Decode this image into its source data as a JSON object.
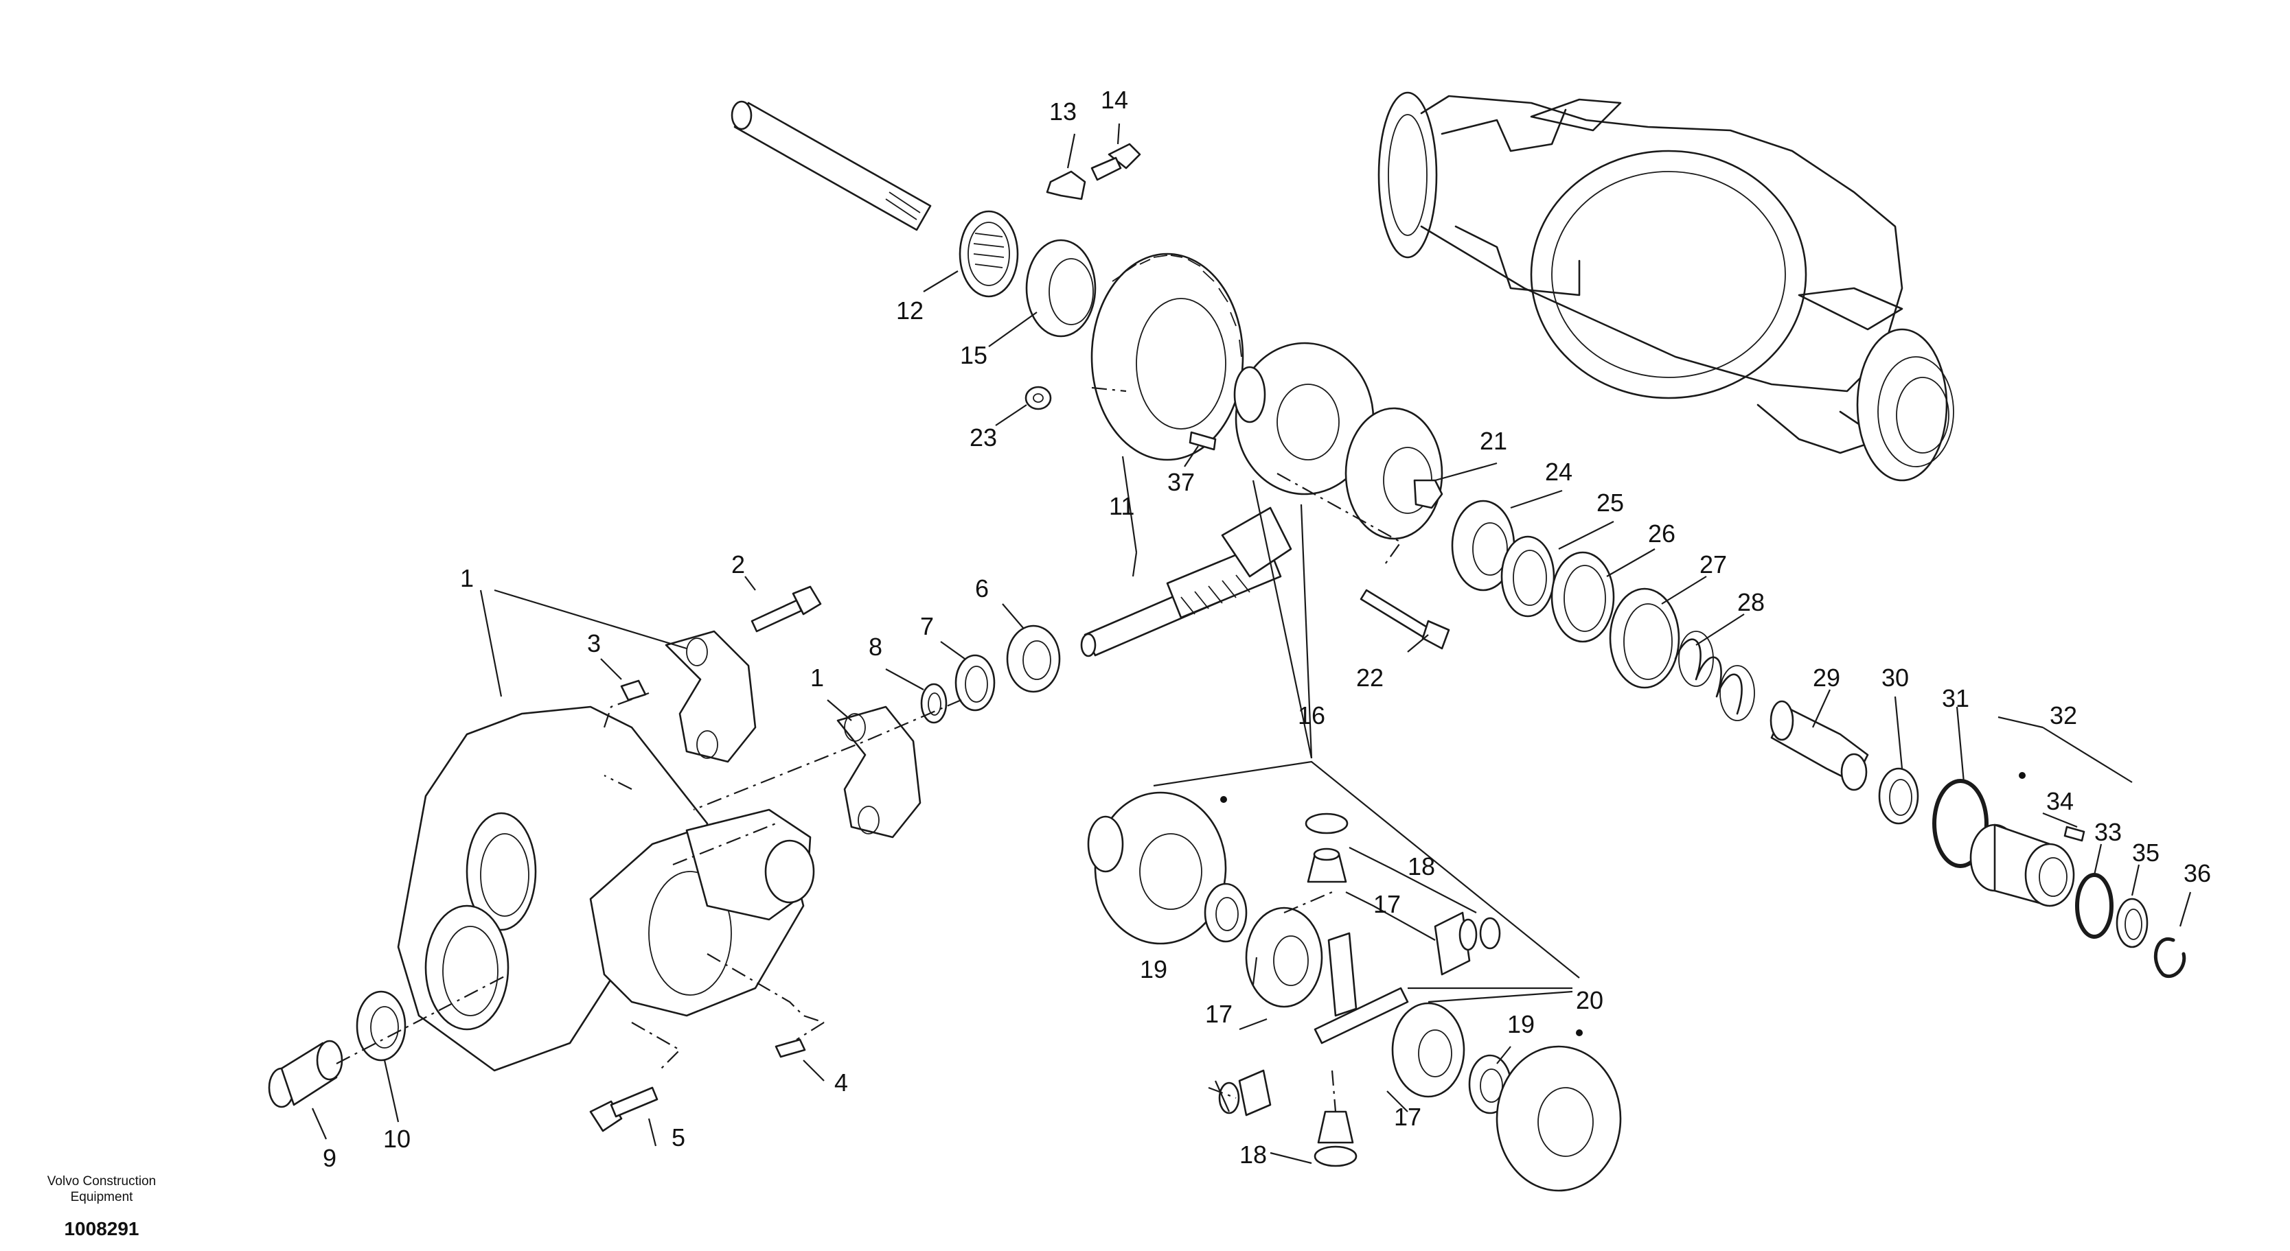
{
  "callouts": {
    "c1a": "1",
    "c1b": "1",
    "c2": "2",
    "c3": "3",
    "c4": "4",
    "c5": "5",
    "c6": "6",
    "c7": "7",
    "c8": "8",
    "c9": "9",
    "c10": "10",
    "c11": "11",
    "c12": "12",
    "c13": "13",
    "c14": "14",
    "c15": "15",
    "c16": "16",
    "c17a": "17",
    "c17b": "17",
    "c17c": "17",
    "c18a": "18",
    "c18b": "18",
    "c19a": "19",
    "c19b": "19",
    "c20": "20",
    "c21": "21",
    "c22": "22",
    "c23": "23",
    "c24": "24",
    "c25": "25",
    "c26": "26",
    "c27": "27",
    "c28": "28",
    "c29": "29",
    "c30": "30",
    "c31": "31",
    "c32": "32",
    "c33": "33",
    "c34": "34",
    "c35": "35",
    "c36": "36",
    "c37": "37"
  },
  "footer": {
    "brand_line1": "Volvo Construction",
    "brand_line2": "Equipment",
    "doc_number": "1008291"
  }
}
